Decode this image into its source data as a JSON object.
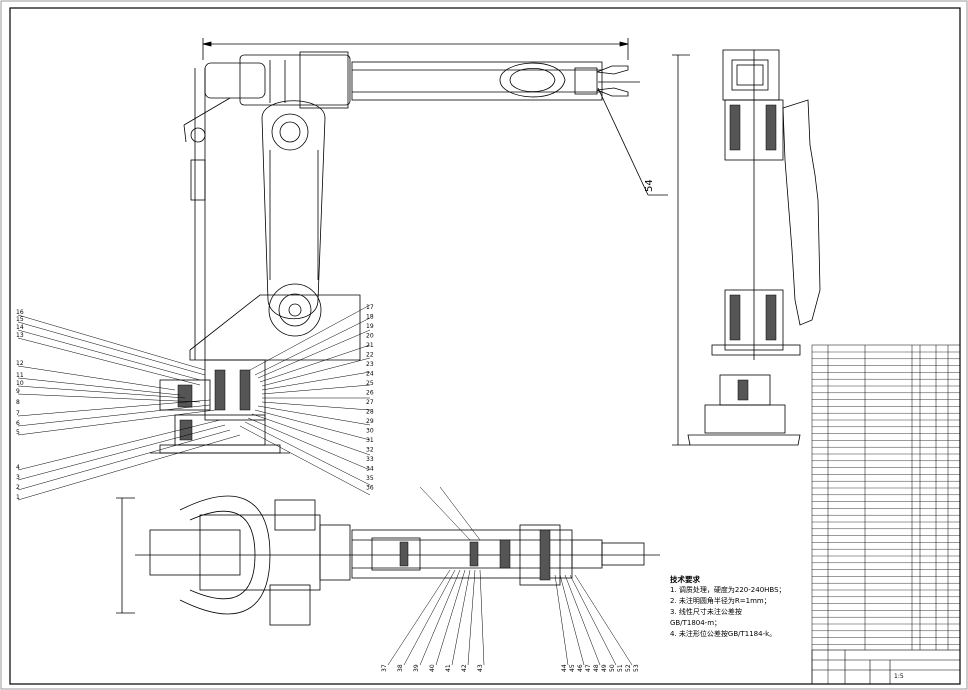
{
  "drawing": {
    "reference_dimension": "54",
    "sectional_callout": "54"
  },
  "technical_requirements": {
    "title": "技术要求",
    "items": [
      "1. 调质处理，硬度为220-240HBS；",
      "2. 未注明圆角半径为R=1mm；",
      "3. 线性尺寸未注公差按",
      "GB/T1804-m；",
      "4. 未注形位公差按GB/T1184-k。"
    ]
  },
  "title_block": {
    "scale": "1:5"
  },
  "balloons": {
    "left": [
      "16",
      "15",
      "14",
      "13",
      "12",
      "11",
      "10",
      "9",
      "8",
      "7",
      "6",
      "5",
      "4",
      "3",
      "2",
      "1"
    ],
    "right": [
      "17",
      "18",
      "19",
      "20",
      "21",
      "22",
      "23",
      "24",
      "25",
      "26",
      "27",
      "28",
      "29",
      "30",
      "31",
      "32",
      "33",
      "34",
      "35",
      "36"
    ],
    "bottom": [
      "37",
      "38",
      "39",
      "40",
      "41",
      "42",
      "43",
      "44",
      "45",
      "46",
      "47",
      "48",
      "49",
      "50",
      "51",
      "52",
      "53"
    ]
  },
  "colors": {
    "line": "#000000",
    "section_fill": "#555555",
    "border": "#000000"
  }
}
